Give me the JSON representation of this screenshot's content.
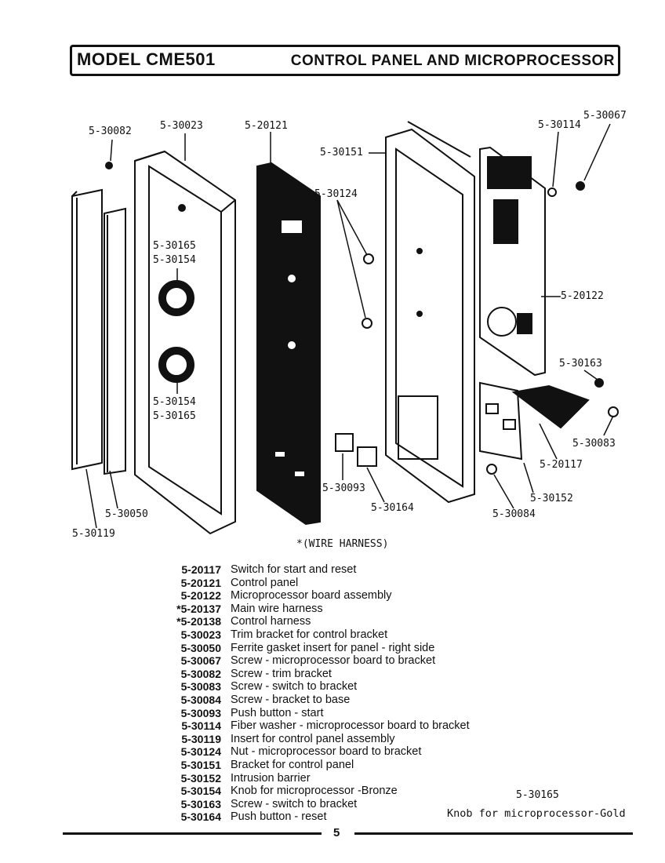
{
  "header": {
    "model": "MODEL CME501",
    "section": "CONTROL PANEL AND MICROPROCESSOR"
  },
  "callouts": [
    {
      "id": "c-30082",
      "text": "5-30082"
    },
    {
      "id": "c-30023",
      "text": "5-30023"
    },
    {
      "id": "c-20121",
      "text": "5-20121"
    },
    {
      "id": "c-30151",
      "text": "5-30151"
    },
    {
      "id": "c-30124",
      "text": "5-30124"
    },
    {
      "id": "c-30114",
      "text": "5-30114"
    },
    {
      "id": "c-30067",
      "text": "5-30067"
    },
    {
      "id": "c-30165a",
      "text": "5-30165"
    },
    {
      "id": "c-30154a",
      "text": "5-30154"
    },
    {
      "id": "c-20122",
      "text": "5-20122"
    },
    {
      "id": "c-30163",
      "text": "5-30163"
    },
    {
      "id": "c-30154b",
      "text": "5-30154"
    },
    {
      "id": "c-30165b",
      "text": "5-30165"
    },
    {
      "id": "c-30083",
      "text": "5-30083"
    },
    {
      "id": "c-20117",
      "text": "5-20117"
    },
    {
      "id": "c-30093",
      "text": "5-30093"
    },
    {
      "id": "c-30164",
      "text": "5-30164"
    },
    {
      "id": "c-30152",
      "text": "5-30152"
    },
    {
      "id": "c-30084",
      "text": "5-30084"
    },
    {
      "id": "c-30050",
      "text": "5-30050"
    },
    {
      "id": "c-30119",
      "text": "5-30119"
    }
  ],
  "wire_note": "*(WIRE HARNESS)",
  "parts": [
    {
      "number": "5-20117",
      "description": "Switch for start and reset"
    },
    {
      "number": "5-20121",
      "description": "Control panel"
    },
    {
      "number": "5-20122",
      "description": "Microprocessor board assembly"
    },
    {
      "number": "*5-20137",
      "description": "Main wire harness"
    },
    {
      "number": "*5-20138",
      "description": "Control harness"
    },
    {
      "number": "5-30023",
      "description": "Trim bracket for control bracket"
    },
    {
      "number": "5-30050",
      "description": "Ferrite gasket insert for panel - right side"
    },
    {
      "number": "5-30067",
      "description": "Screw - microprocessor board to bracket"
    },
    {
      "number": "5-30082",
      "description": "Screw - trim bracket"
    },
    {
      "number": "5-30083",
      "description": "Screw - switch to bracket"
    },
    {
      "number": "5-30084",
      "description": "Screw - bracket to base"
    },
    {
      "number": "5-30093",
      "description": "Push button - start"
    },
    {
      "number": "5-30114",
      "description": "Fiber washer - microprocessor board to bracket"
    },
    {
      "number": "5-30119",
      "description": "Insert for control panel assembly"
    },
    {
      "number": "5-30124",
      "description": "Nut - microprocessor board to bracket"
    },
    {
      "number": "5-30151",
      "description": "Bracket for control panel"
    },
    {
      "number": "5-30152",
      "description": "Intrusion barrier"
    },
    {
      "number": "5-30154",
      "description": "Knob for microprocessor -Bronze"
    },
    {
      "number": "5-30163",
      "description": "Screw - switch to bracket"
    },
    {
      "number": "5-30164",
      "description": "Push button - reset"
    }
  ],
  "extra_part": {
    "number": "5-30165",
    "description": "Knob for microprocessor-Gold"
  },
  "page_number": "5"
}
